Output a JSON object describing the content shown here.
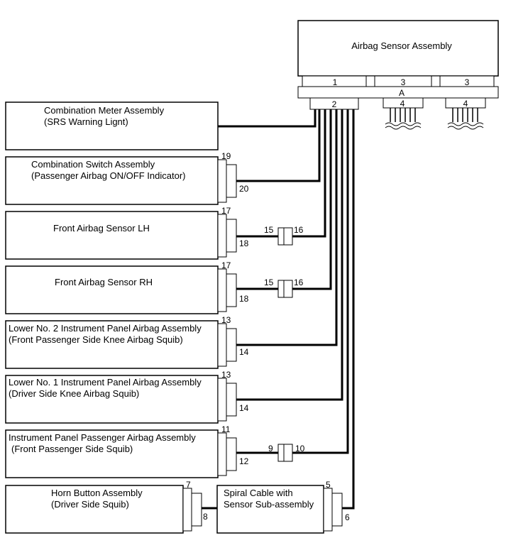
{
  "airbag_sensor": {
    "title": "Airbag Sensor Assembly",
    "connector_1": "1",
    "connector_3a": "3",
    "connector_3b": "3",
    "connector_a": "A",
    "connector_2": "2",
    "connector_4a": "4",
    "connector_4b": "4"
  },
  "components": [
    {
      "line1": "Combination Meter Assembly",
      "line2": "(SRS Warning Lignt)"
    },
    {
      "line1": "Combination Switch Assembly",
      "line2": "(Passenger Airbag ON/OFF Indicator)",
      "pin_top": "19",
      "pin_bottom": "20"
    },
    {
      "line1": "Front Airbag Sensor LH",
      "line2": "",
      "pin_top": "17",
      "pin_bottom": "18",
      "splice_left": "15",
      "splice_right": "16"
    },
    {
      "line1": "Front Airbag Sensor RH",
      "line2": "",
      "pin_top": "17",
      "pin_bottom": "18",
      "splice_left": "15",
      "splice_right": "16"
    },
    {
      "line1": "Lower No. 2 Instrument Panel Airbag Assembly",
      "line2": "(Front Passenger Side Knee Airbag Squib)",
      "pin_top": "13",
      "pin_bottom": "14"
    },
    {
      "line1": "Lower No. 1 Instrument Panel Airbag Assembly",
      "line2": "(Driver Side Knee Airbag Squib)",
      "pin_top": "13",
      "pin_bottom": "14"
    },
    {
      "line1": "Instrument Panel Passenger Airbag Assembly",
      "line2": "(Front Passenger Side Squib)",
      "pin_top": "11",
      "pin_bottom": "12",
      "splice_left": "9",
      "splice_right": "10"
    },
    {
      "line1": "Horn Button Assembly",
      "line2": "(Driver Side Squib)",
      "pin_top": "7",
      "pin_bottom": "8"
    }
  ],
  "spiral_cable": {
    "line1": "Spiral Cable with",
    "line2": "Sensor Sub-assembly",
    "pin_top": "5",
    "pin_bottom": "6"
  }
}
